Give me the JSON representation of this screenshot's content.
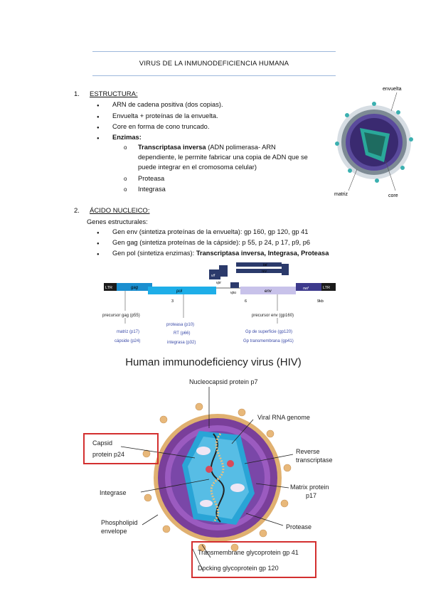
{
  "title": "VIRUS DE LA INMUNODEFICIENCIA HUMANA",
  "section1": {
    "number": "1.",
    "label": "ESTRUCTURA:",
    "bullets": [
      "ARN de cadena positiva (dos copias).",
      "Envuelta + proteínas de la envuelta.",
      "Core en forma de cono truncado.",
      "Enzimas:"
    ],
    "enzymes": [
      {
        "bold": "Transcriptasa inversa",
        "rest": " (ADN polimerasa- ARN"
      },
      {
        "line2": "dependiente, le permite fabricar una copia de ADN que se"
      },
      {
        "line3": "puede integrar en el cromosoma celular)"
      },
      {
        "name": "Proteasa"
      },
      {
        "name": "Integrasa"
      }
    ]
  },
  "virion_image": {
    "labels": {
      "envelope": "envuelta",
      "matrix": "matriz",
      "core": "core"
    }
  },
  "section2": {
    "number": "2.",
    "label": "ÁCIDO NUCLEICO:",
    "sub": "Genes estructurales:",
    "genes": [
      {
        "text": "Gen env (sintetiza proteínas de la envuelta): gp 160, gp 120, gp 41"
      },
      {
        "text": "Gen gag (sintetiza proteínas de la cápside): p 55, p 24, p 17, p9, p6"
      },
      {
        "text": "Gen pol (sintetiza enzimas): ",
        "bold": "Transcriptasa inversa, Integrasa, Proteasa"
      }
    ]
  },
  "genome_map": {
    "boxes": [
      "LTR",
      "gag",
      "pol",
      "vif",
      "vpr",
      "vpu",
      "env",
      "nef",
      "LTR",
      "tat",
      "rev"
    ],
    "scale": [
      "3",
      "6",
      "9kb"
    ],
    "gag_products": [
      "precursor gag (p55)",
      "matriz (p17)",
      "cápside (p24)"
    ],
    "pol_products": [
      "proteasa (p10)",
      "RT (p66)",
      "integrasa (p32)"
    ],
    "env_products": [
      "precursor env (gp160)",
      "Gp de superficie (gp120)",
      "Gp transmembrana (gp41)"
    ]
  },
  "hiv_diagram": {
    "title": "Human immunodeficiency virus (HIV)",
    "labels": {
      "nucleocapsid": "Nucleocapsid protein p7",
      "viral_rna": "Viral RNA genome",
      "capsid1": "Capsid",
      "capsid2": "protein p24",
      "rt1": "Reverse",
      "rt2": "transcriptase",
      "integrase": "Integrase",
      "matrix1": "Matrix protein",
      "matrix2": "p17",
      "phospho1": "Phospholipid",
      "phospho2": "envelope",
      "protease": "Protease",
      "gp41": "Transmembrane glycoprotein gp 41",
      "gp120": "Docking glycoprotein gp 120"
    },
    "highlight_color": "#d32f2f"
  }
}
